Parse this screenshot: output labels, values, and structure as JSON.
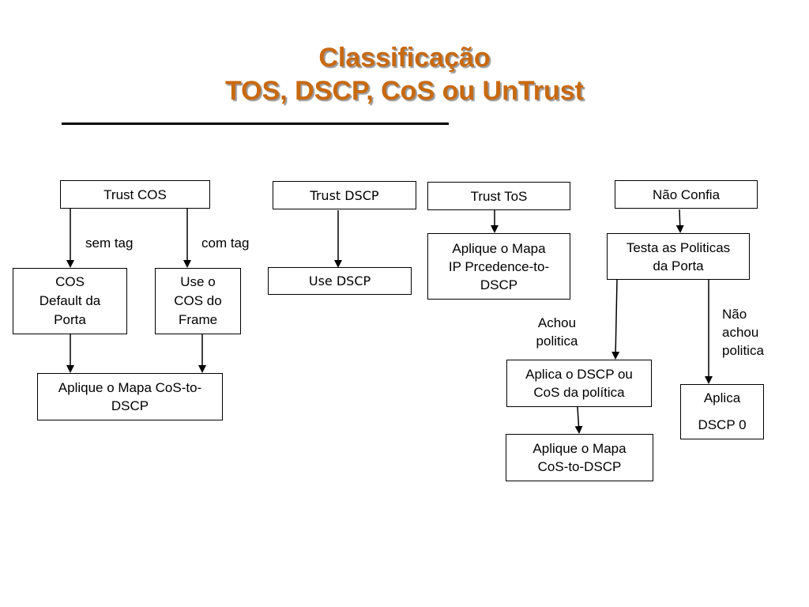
{
  "title": {
    "line1": "Classificação",
    "line2": "TOS, DSCP, CoS ou UnTrust",
    "color": "#c8690f"
  },
  "columns": {
    "trust_cos": {
      "header": "Trust COS",
      "sem_tag_label": "sem tag",
      "com_tag_label": "com tag",
      "default_box": [
        "COS",
        "Default da",
        "Porta"
      ],
      "frame_box": [
        "Use o",
        "COS do",
        "Frame"
      ],
      "map_box": [
        "Aplique o Mapa CoS-to-",
        "DSCP"
      ]
    },
    "trust_dscp": {
      "header": "Trust DSCP",
      "use_box": "Use DSCP"
    },
    "trust_tos": {
      "header": "Trust ToS",
      "map_box": [
        "Aplique o Mapa",
        "IP Prcedence-to-",
        "DSCP"
      ]
    },
    "nao_confia": {
      "header": "Não Confia",
      "policy_box": [
        "Testa as Politicas",
        "da Porta"
      ],
      "found_label": [
        "Achou",
        "politica"
      ],
      "not_found_label": [
        "Não",
        "achou",
        "politica"
      ],
      "apply_policy_box": [
        "Aplica o DSCP ou",
        "CoS da política"
      ],
      "map_box": [
        "Aplique o Mapa",
        "CoS-to-DSCP"
      ],
      "dscp0_box": [
        "Aplica",
        "DSCP 0"
      ]
    }
  }
}
